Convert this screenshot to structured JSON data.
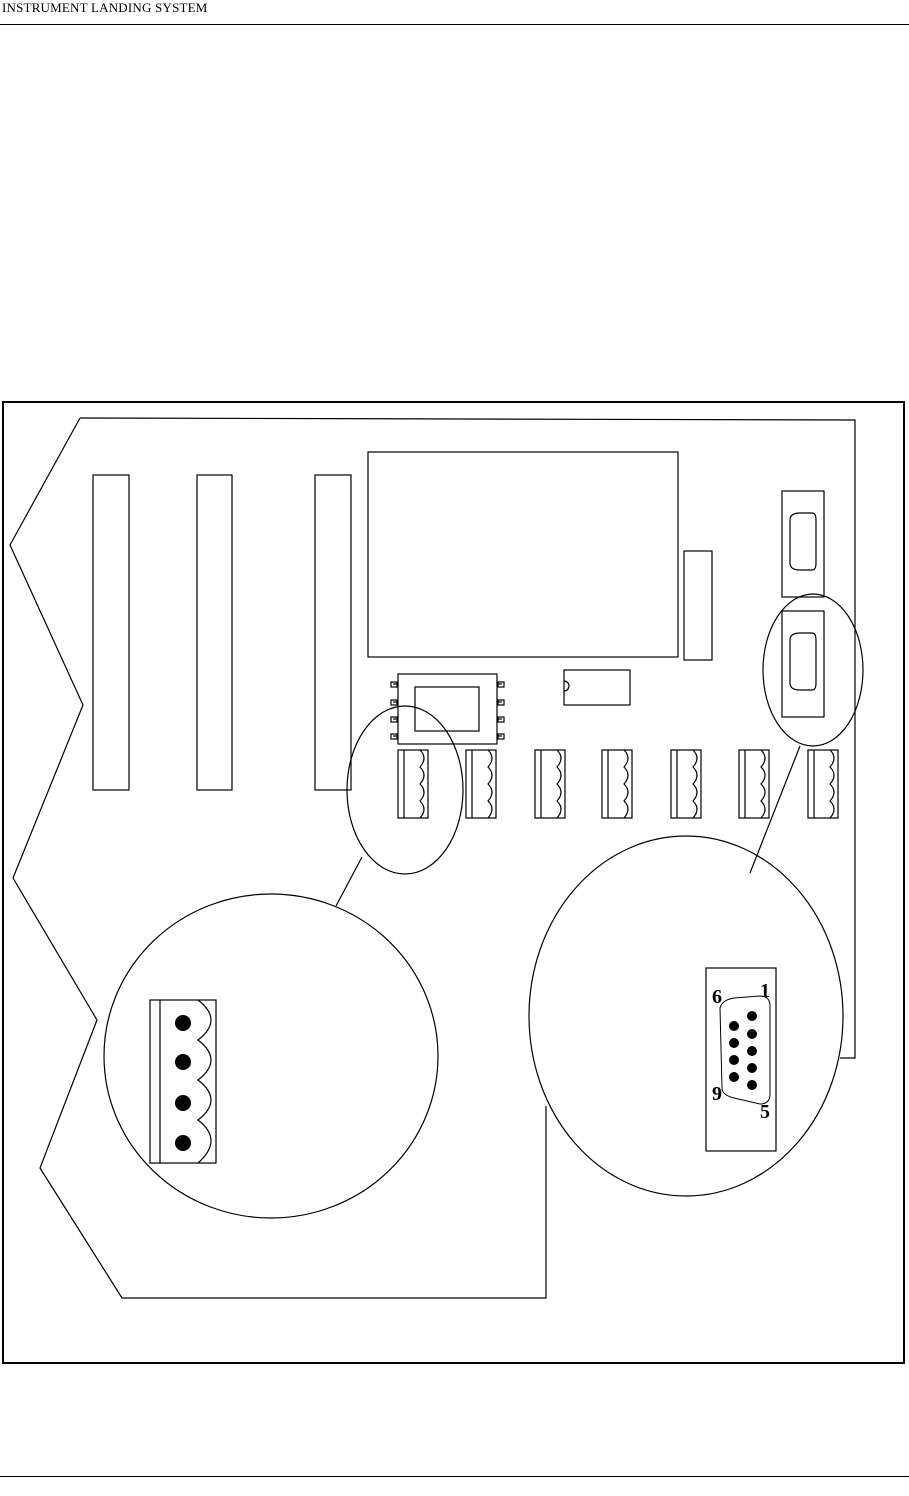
{
  "header": {
    "title": "INSTRUMENT LANDING SYSTEM"
  },
  "db9_connector": {
    "pin_labels": {
      "top_left": "6",
      "top_right": "1",
      "bottom_left": "9",
      "bottom_right": "5"
    }
  },
  "colors": {
    "ink": "#000000",
    "paper": "#ffffff"
  }
}
